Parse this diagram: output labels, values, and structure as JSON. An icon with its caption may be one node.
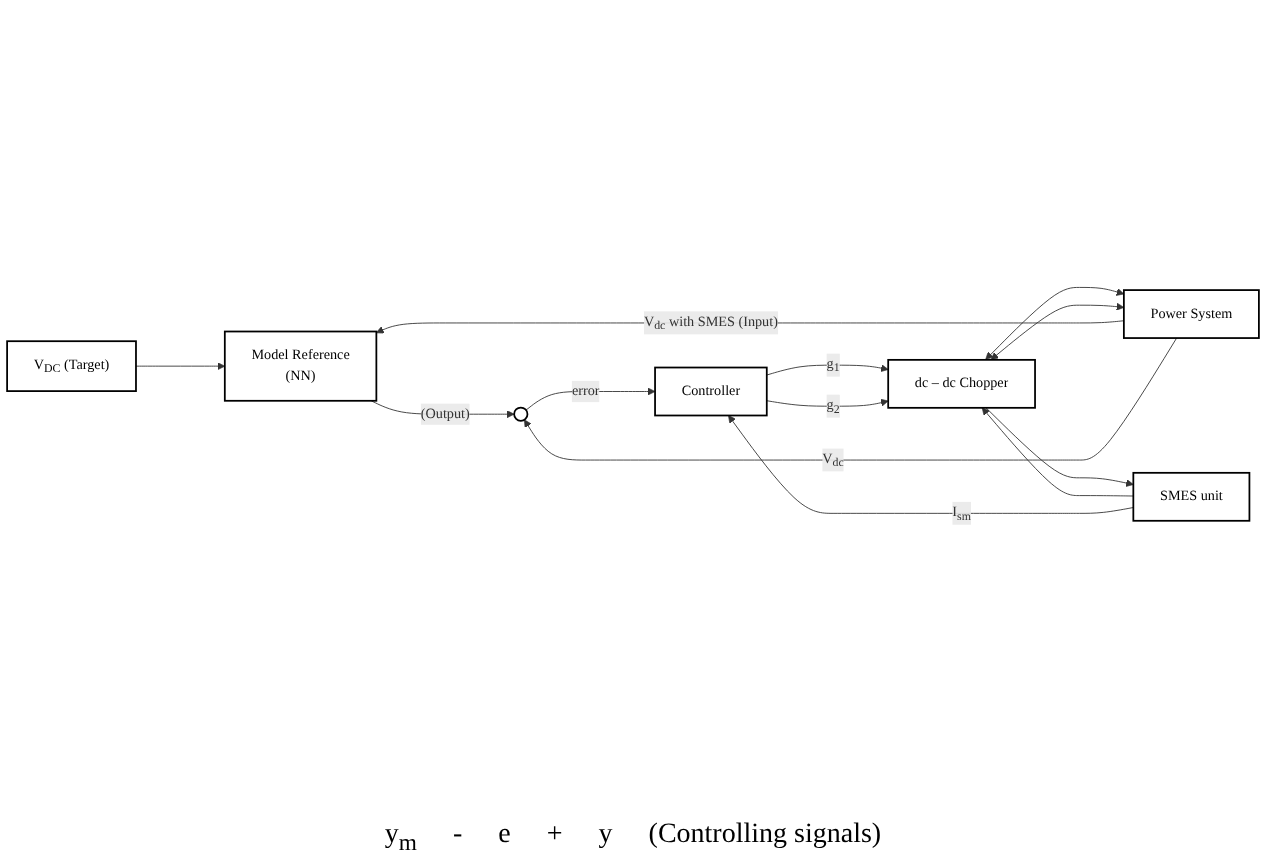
{
  "diagram": {
    "nodes": [
      {
        "text": [
          "V$_{DC}$ (Target)"
        ]
      },
      {
        "text": [
          "Model Reference",
          "(NN)"
        ]
      },
      {
        "text": [],
        "shape": "circle"
      },
      {
        "text": [
          "Controller"
        ]
      },
      {
        "text": [
          "dc – dc Chopper"
        ]
      },
      {
        "text": [
          "SMES unit"
        ]
      },
      {
        "text": [
          "Power System"
        ]
      }
    ],
    "edges": [
      {
        "from": 0,
        "to": 1,
        "arrow": "to"
      },
      {
        "from": 6,
        "to": 1,
        "arrow": "to",
        "label": "V$_{dc}$ with SMES (Input)"
      },
      {
        "from": 1,
        "to": 2,
        "arrow": "to",
        "label": "(Output)"
      },
      {
        "from": 6,
        "to": 2,
        "arrow": "to",
        "label": "V$_{dc}$"
      },
      {
        "from": 2,
        "to": 3,
        "arrow": "to",
        "label": "error"
      },
      {
        "from": 3,
        "to": 4,
        "arrow": "to",
        "label": "g$_{1}$"
      },
      {
        "from": 3,
        "to": 4,
        "arrow": "to",
        "label": "g$_{2}$"
      },
      {
        "from": 4,
        "to": 6,
        "arrow": "both"
      },
      {
        "from": 4,
        "to": 6,
        "arrow": "both"
      },
      {
        "from": 4,
        "to": 5,
        "arrow": "to"
      },
      {
        "from": 5,
        "to": 4,
        "arrow": "to"
      },
      {
        "from": 5,
        "to": 3,
        "arrow": "to",
        "label": "I$_{sm}$"
      }
    ],
    "labels": [
      "y$_{m}$",
      "-",
      "e",
      "+",
      "y",
      "(Controlling signals)"
    ]
  }
}
